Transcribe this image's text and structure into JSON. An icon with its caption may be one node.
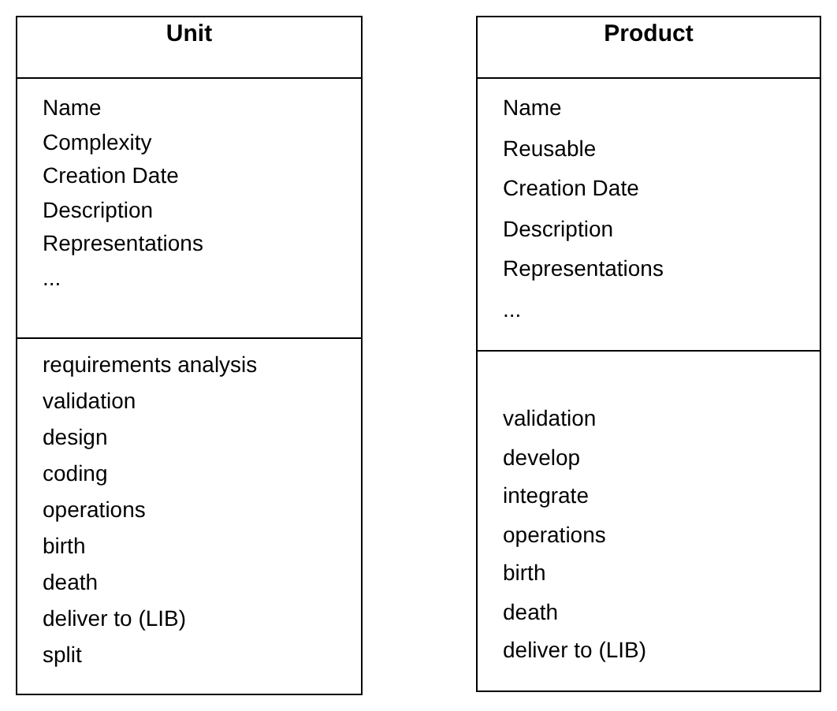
{
  "diagram": {
    "nodes": [
      {
        "text": [
          "Unit"
        ]
      },
      {
        "text": [
          "Name",
          "Complexity",
          "Creation Date",
          "Description",
          "Representations",
          "..."
        ],
        "in": 0
      },
      {
        "text": [
          "requirements analysis",
          "validation",
          "design",
          "coding",
          "operations",
          "birth",
          "death",
          "deliver to (LIB)",
          "split"
        ],
        "in": 0
      },
      {
        "text": [
          "Product"
        ]
      },
      {
        "text": [
          "Name",
          "Reusable",
          "Creation Date",
          "Description",
          "Representations",
          "..."
        ],
        "in": 3
      },
      {
        "text": [
          "validation",
          "develop",
          "integrate",
          "operations",
          "birth",
          "death",
          "deliver to (LIB)"
        ],
        "in": 3
      }
    ]
  }
}
